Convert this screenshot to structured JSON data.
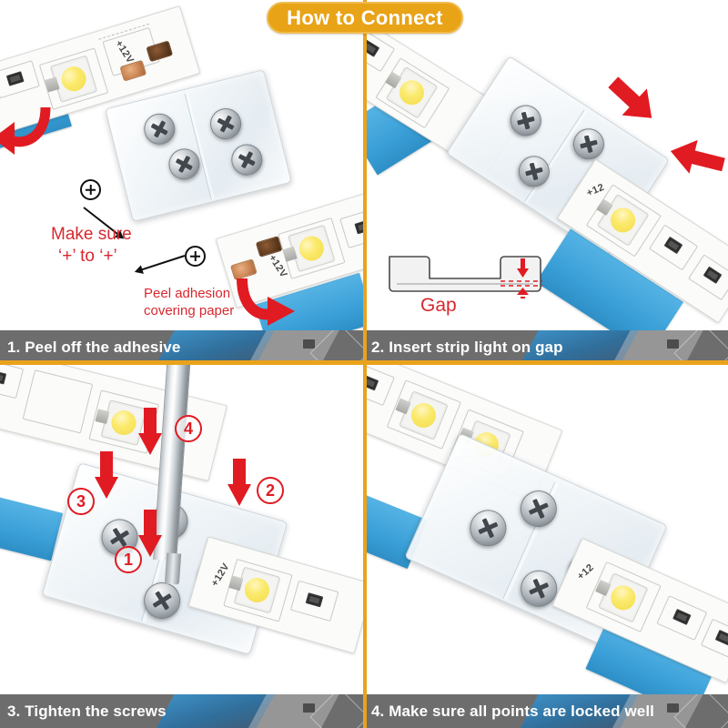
{
  "title": {
    "text": "How to Connect",
    "pill_color": "#E8A317",
    "text_color": "#FFFFFF"
  },
  "theme": {
    "divider_color": "#E9A31B",
    "caption_bg": "#6D6D6D",
    "caption_text_color": "#FFFFFF",
    "annotation_red": "#D7282F",
    "arrow_red": "#E11B22",
    "tape_blue": "#3BA0D8",
    "led_yellow": "#FBE96A",
    "copper": "#C9824F",
    "page_bg": "#FFFFFF"
  },
  "panels": [
    {
      "id": "panel-1",
      "step_number": "1.",
      "caption": "1. Peel off the adhesive",
      "annotations": [
        {
          "name": "polarity-note",
          "line1": "Make sure",
          "line2": "‘+’ to ‘+’"
        },
        {
          "name": "peel-note",
          "line1": "Peel adhesion",
          "line2": "covering paper"
        }
      ],
      "symbols": [
        {
          "name": "plus-symbol-upper",
          "glyph": "⊕"
        },
        {
          "name": "plus-symbol-lower",
          "glyph": "⊕"
        }
      ],
      "strip_labels": [
        "+12V",
        "+12V"
      ]
    },
    {
      "id": "panel-2",
      "step_number": "2.",
      "caption": "2. Insert strip light on  gap",
      "gap_diagram": {
        "label": "Gap",
        "name": "gap-diagram"
      },
      "arrows": [
        {
          "name": "insert-arrow-top",
          "direction": "down-right"
        },
        {
          "name": "insert-arrow-right",
          "direction": "left"
        }
      ],
      "strip_labels": [
        "+12"
      ]
    },
    {
      "id": "panel-3",
      "step_number": "3.",
      "caption": "3. Tighten the screws",
      "callouts": [
        {
          "name": "screw-callout-1",
          "number": "①",
          "label": "1"
        },
        {
          "name": "screw-callout-2",
          "number": "②",
          "label": "2"
        },
        {
          "name": "screw-callout-3",
          "number": "③",
          "label": "3"
        },
        {
          "name": "screw-callout-4",
          "number": "④",
          "label": "4"
        }
      ],
      "tool": "screwdriver"
    },
    {
      "id": "panel-4",
      "step_number": "4.",
      "caption": "4.  Make sure all points are locked well",
      "strip_labels": [
        "+12"
      ]
    }
  ]
}
